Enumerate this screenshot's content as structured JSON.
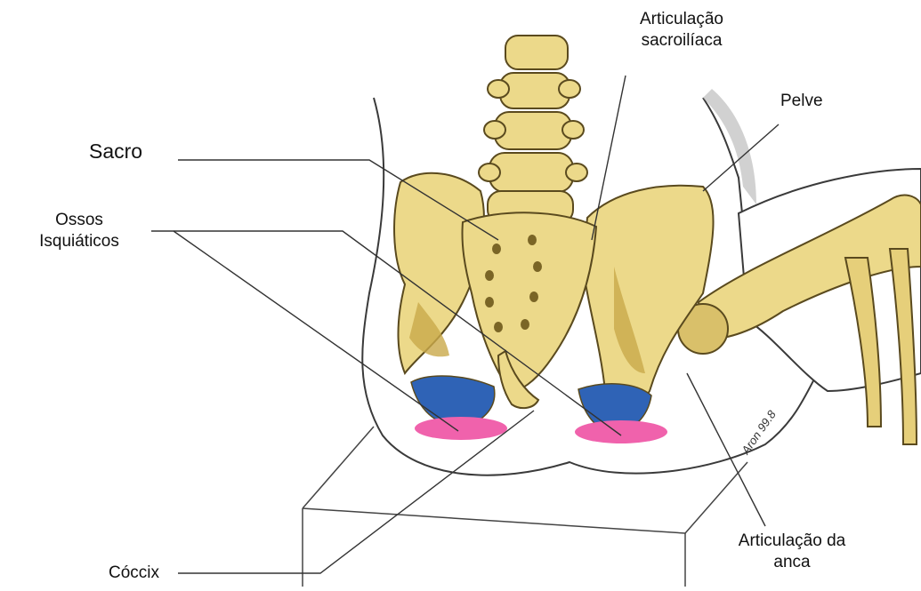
{
  "labels": {
    "sacroiliac_line1": "Articulação",
    "sacroiliac_line2": "sacroilíaca",
    "pelvis": "Pelve",
    "sacrum": "Sacro",
    "ischial_line1": "Ossos",
    "ischial_line2": "Isquiáticos",
    "coccyx": "Cóccix",
    "hip_line1": "Articulação da",
    "hip_line2": "anca"
  },
  "signature": "Aron 99.8",
  "colors": {
    "bone": "#ecd98a",
    "bone_shadow": "#c9a94a",
    "bone_outline": "#5a4a1e",
    "ischial_blue": "#2f63b6",
    "pressure_pink": "#f062ac",
    "body_outline": "#333333",
    "leader_line": "#333333"
  }
}
